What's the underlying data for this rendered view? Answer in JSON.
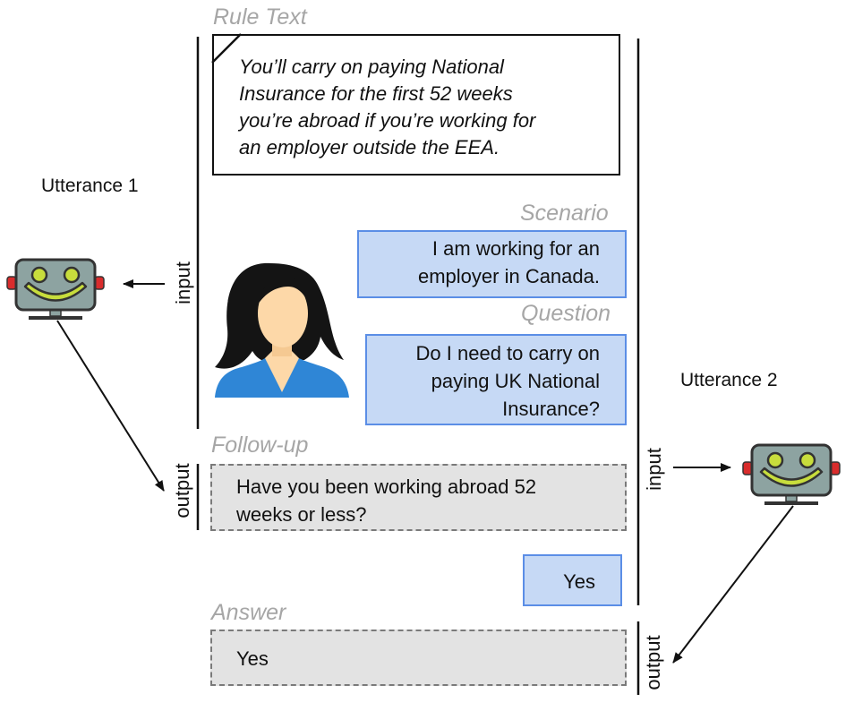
{
  "sections": {
    "rule_text_label": "Rule Text",
    "scenario_label": "Scenario",
    "question_label": "Question",
    "followup_label": "Follow-up",
    "answer_label": "Answer"
  },
  "rule_text": {
    "lines": [
      "You’ll carry on paying National",
      "Insurance for the first 52 weeks",
      "you’re abroad if you’re working for",
      "an employer outside the EEA."
    ]
  },
  "scenario": {
    "lines": [
      "I am working for an",
      "employer in Canada."
    ]
  },
  "question": {
    "lines": [
      "Do I need to carry on",
      "paying UK National",
      "Insurance?"
    ]
  },
  "followup": {
    "lines": [
      "Have you been working abroad 52",
      "weeks or less?"
    ]
  },
  "user_reply": "Yes",
  "answer": "Yes",
  "utterance_1": {
    "label": "Utterance 1",
    "input_label": "input",
    "output_label": "output"
  },
  "utterance_2": {
    "label": "Utterance 2",
    "input_label": "input",
    "output_label": "output"
  },
  "icons": {
    "robot": "robot-icon",
    "user": "woman-avatar-icon"
  },
  "colors": {
    "user_bubble_fill": "#c6d9f5",
    "user_bubble_border": "#5b8ee6",
    "system_box_fill": "#e3e3e3",
    "section_label": "#a6a6a6",
    "robot_face": "#8da3a1",
    "robot_eyes": "#c8dd3c",
    "avatar_hair": "#141414",
    "avatar_skin": "#fdd8a8",
    "avatar_shirt": "#2f86d6"
  }
}
